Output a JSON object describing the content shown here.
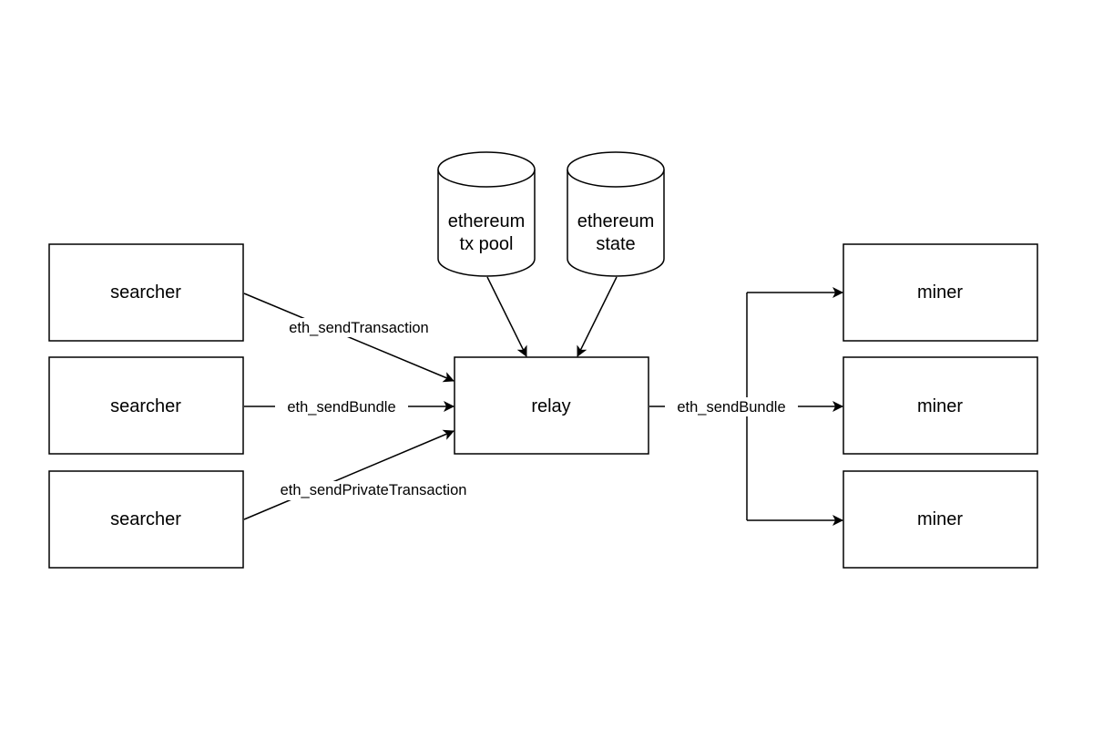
{
  "diagram": {
    "nodes": {
      "searcher_1": {
        "label": "searcher"
      },
      "searcher_2": {
        "label": "searcher"
      },
      "searcher_3": {
        "label": "searcher"
      },
      "tx_pool": {
        "line1": "ethereum",
        "line2": "tx pool"
      },
      "state": {
        "line1": "ethereum",
        "line2": "state"
      },
      "relay": {
        "label": "relay"
      },
      "miner_1": {
        "label": "miner"
      },
      "miner_2": {
        "label": "miner"
      },
      "miner_3": {
        "label": "miner"
      }
    },
    "edges": {
      "searcher_1_to_relay": "eth_sendTransaction",
      "searcher_2_to_relay": "eth_sendBundle",
      "searcher_3_to_relay": "eth_sendPrivateTransaction",
      "relay_to_miners": "eth_sendBundle"
    }
  }
}
